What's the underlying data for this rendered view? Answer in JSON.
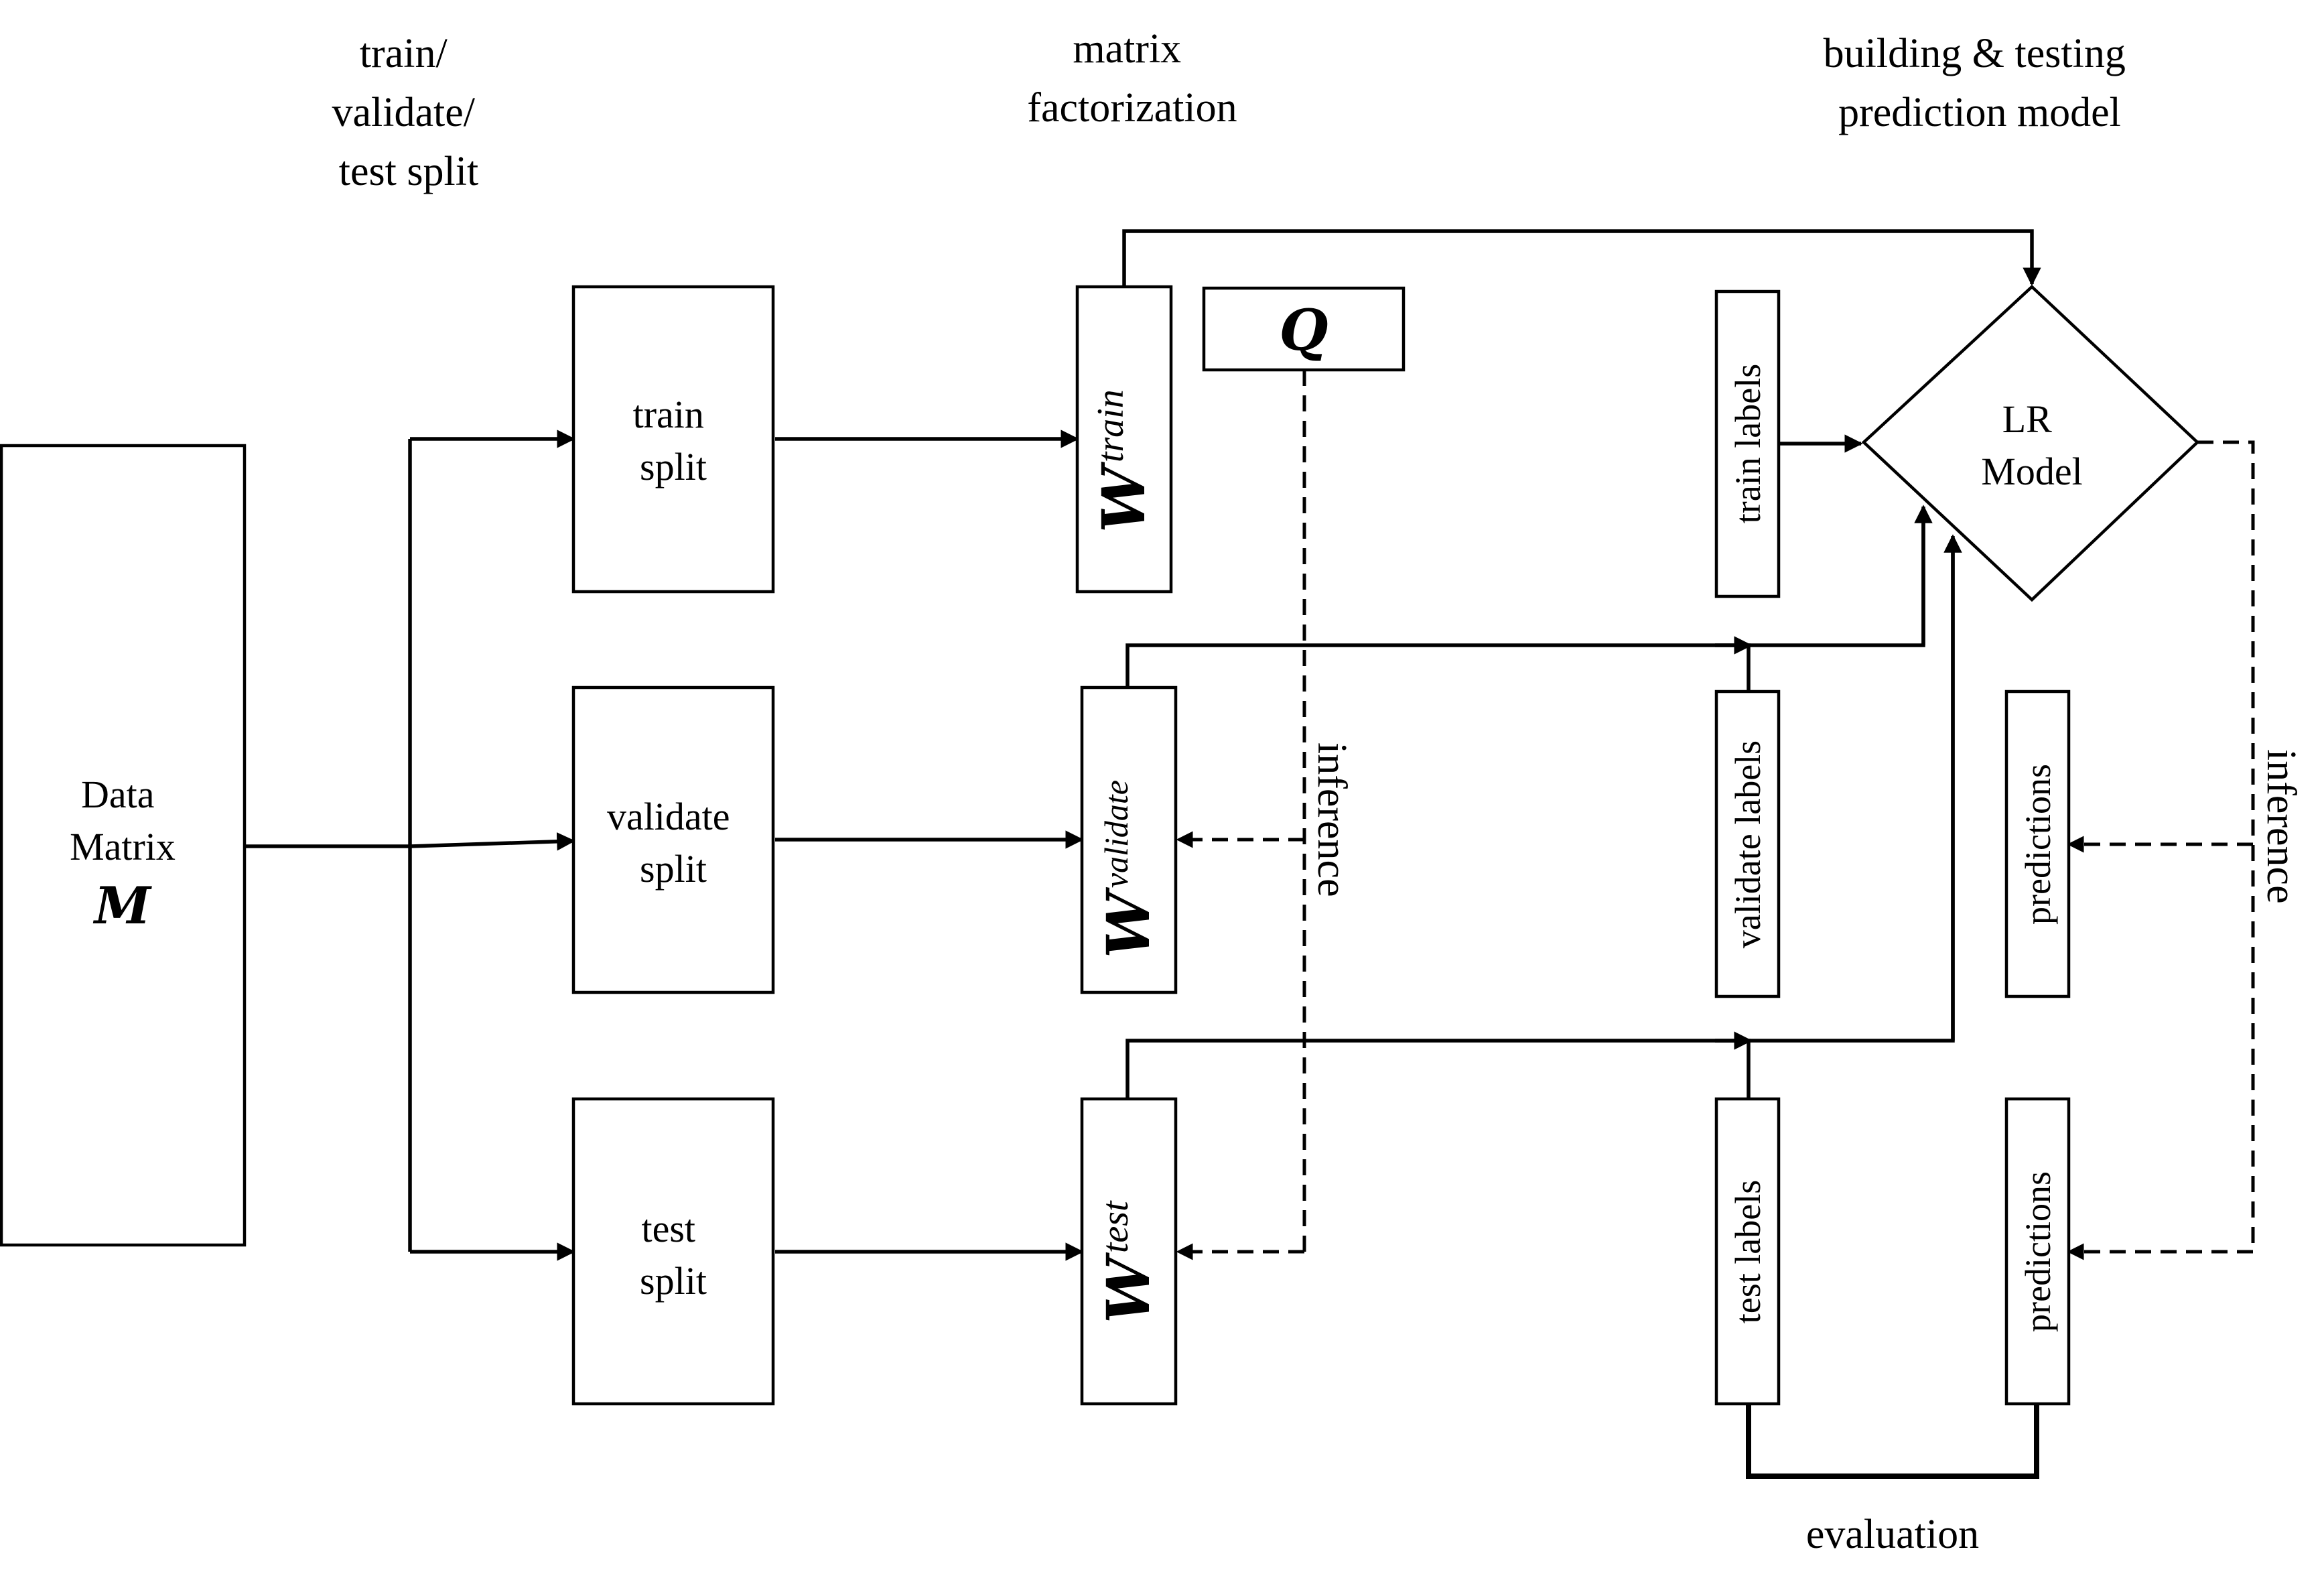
{
  "headers": {
    "split": [
      "train/",
      "validate/",
      "test split"
    ],
    "mf": [
      "matrix",
      "factorization"
    ],
    "model": [
      "building & testing",
      "prediction model"
    ]
  },
  "data_matrix": {
    "line1": "Data",
    "line2": "Matrix",
    "symbol": "M"
  },
  "splits": {
    "train": [
      "train",
      "split"
    ],
    "validate": [
      "validate",
      "split"
    ],
    "test": [
      "test",
      "split"
    ]
  },
  "w": {
    "base": "W",
    "train_sup": "train",
    "validate_sup": "validate",
    "test_sup": "test"
  },
  "q": "Q",
  "labels": {
    "train": "train labels",
    "validate": "validate labels",
    "test": "test labels",
    "pred": "predictions"
  },
  "model": [
    "LR",
    "Model"
  ],
  "inference": "inference",
  "evaluation": "evaluation"
}
